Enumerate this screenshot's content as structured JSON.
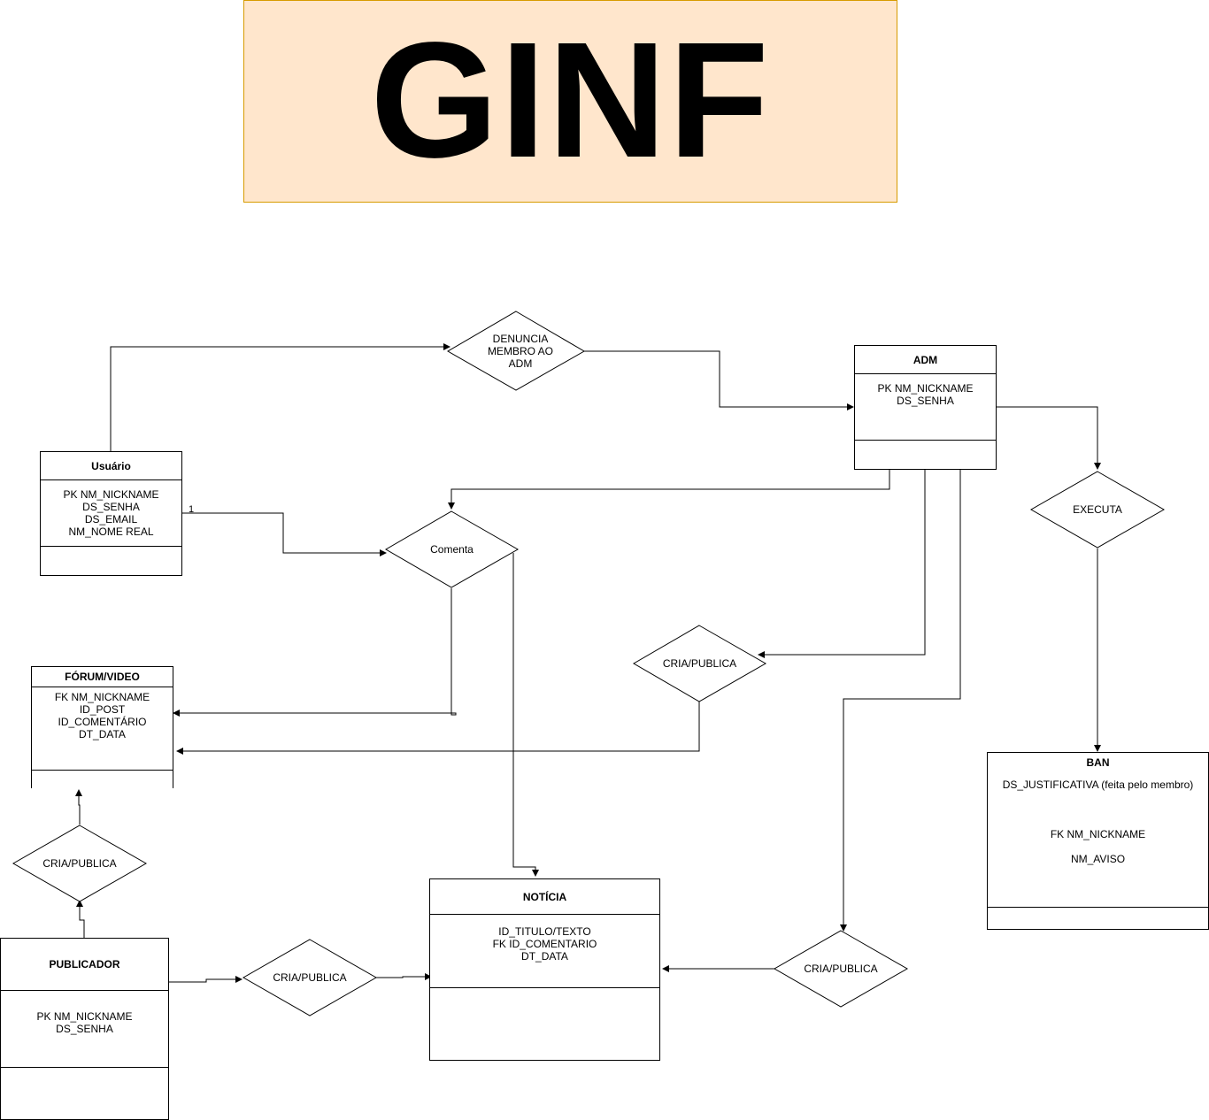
{
  "banner": {
    "title": "GINF"
  },
  "entities": {
    "usuario": {
      "title": "Usuário",
      "fields": [
        "PK NM_NICKNAME",
        "DS_SENHA",
        "DS_EMAIL",
        "NM_NOME REAL"
      ]
    },
    "adm": {
      "title": "ADM",
      "fields": [
        "PK NM_NICKNAME",
        "DS_SENHA"
      ]
    },
    "forum": {
      "title": "FÓRUM/VIDEO",
      "fields": [
        "FK NM_NICKNAME",
        "ID_POST",
        "ID_COMENTÁRIO",
        "DT_DATA"
      ]
    },
    "ban": {
      "title": "BAN",
      "fields": [
        "DS_JUSTIFICATIVA (feita pelo membro)",
        "",
        "",
        "",
        "FK NM_NICKNAME",
        "",
        "NM_AVISO"
      ]
    },
    "publicador": {
      "title": "PUBLICADOR",
      "fields": [
        "PK NM_NICKNAME",
        "DS_SENHA"
      ]
    },
    "noticia": {
      "title": "NOTÍCIA",
      "fields": [
        "ID_TITULO/TEXTO",
        "FK ID_COMENTARIO",
        "DT_DATA"
      ]
    }
  },
  "relationships": {
    "denuncia": "DENUNCIA MEMBRO AO ADM",
    "comenta": "Comenta",
    "executa": "EXECUTA",
    "cria_publica_adm_forum": "CRIA/PUBLICA",
    "cria_publica_pub_forum": "CRIA/PUBLICA",
    "cria_publica_pub_noticia": "CRIA/PUBLICA",
    "cria_publica_adm_noticia": "CRIA/PUBLICA"
  },
  "multiplicity": {
    "usuario_comenta": "1"
  },
  "colors": {
    "banner_fill": "#ffe6cc",
    "banner_border": "#d79b00",
    "line": "#000000"
  }
}
